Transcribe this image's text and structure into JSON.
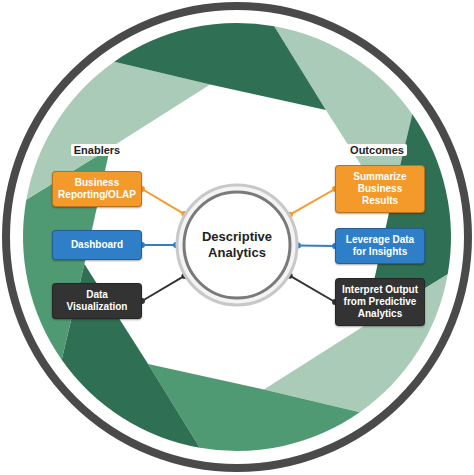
{
  "diagram": {
    "nodes": [
      {
        "text": [
          "Business Reporting/OLAP"
        ]
      },
      {
        "text": [
          "Dashboard"
        ]
      },
      {
        "text": [
          "Data Visualization"
        ]
      },
      {
        "text": [
          "Descriptive Analytics"
        ]
      },
      {
        "text": [
          "Summarize Business Results"
        ]
      },
      {
        "text": [
          "Leverage Data for Insights"
        ]
      },
      {
        "text": [
          "Interpret Output from Predictive Analytics"
        ]
      }
    ],
    "edges": [
      {
        "from": 0,
        "to": 3,
        "arrow": "none"
      },
      {
        "from": 1,
        "to": 3,
        "arrow": "none"
      },
      {
        "from": 2,
        "to": 3,
        "arrow": "none"
      },
      {
        "from": 3,
        "to": 4,
        "arrow": "none"
      },
      {
        "from": 3,
        "to": 5,
        "arrow": "none"
      },
      {
        "from": 3,
        "to": 6,
        "arrow": "none"
      }
    ],
    "labels": [
      "Enablers",
      "Outcomes"
    ]
  }
}
